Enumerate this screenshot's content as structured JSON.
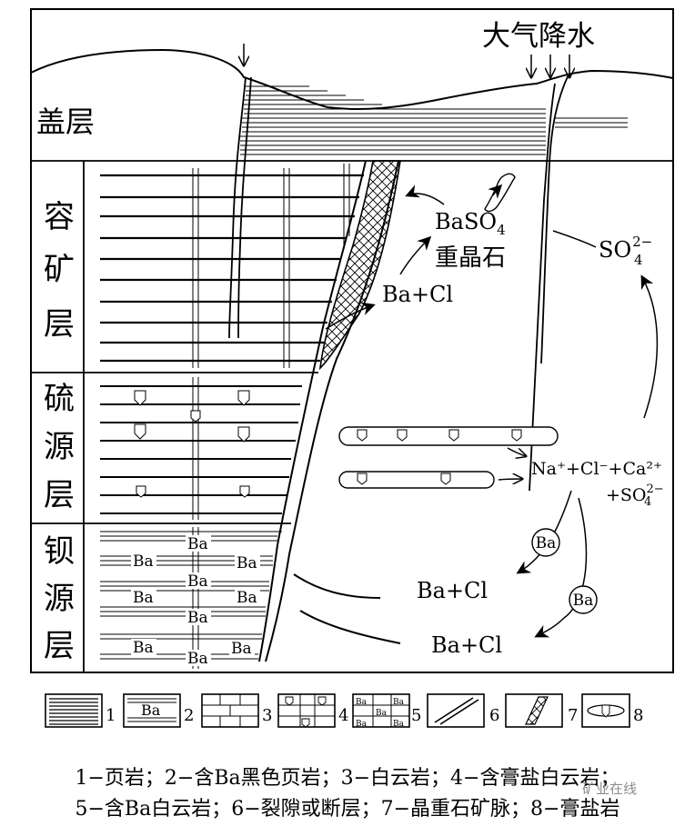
{
  "title": "大气降水",
  "layers": {
    "cap": "盖层",
    "host": [
      "容",
      "矿",
      "层"
    ],
    "sulfur": [
      "硫",
      "源",
      "层"
    ],
    "barium": [
      "钡",
      "源",
      "层"
    ]
  },
  "labels": {
    "baso4_a": "BaSO",
    "baso4_sub": "4",
    "barite": "重晶石",
    "ba_cl_1": "Ba+Cl",
    "ba_cl_2": "Ba+Cl",
    "ba_cl_3": "Ba+Cl",
    "so4": "SO",
    "so4_sub": "4",
    "so4_sup": "2−",
    "ions_line1": "Na⁺+Cl⁻+Ca²⁺",
    "ions_line2": "+SO",
    "ions_sub": "4",
    "ions_sup": "2−",
    "ba_circle": "Ba",
    "ba_in_rock": "Ba"
  },
  "legend": {
    "numbers": [
      "1",
      "2",
      "3",
      "4",
      "5",
      "6",
      "7",
      "8"
    ],
    "ba_box": "Ba"
  },
  "caption": {
    "line1": "1−页岩；2−含Ba黑色页岩；3−白云岩；4−含膏盐白云岩；",
    "line2": "5−含Ba白云岩；6−裂隙或断层；7−晶重石矿脉；8−膏盐岩"
  },
  "watermark": "矿业在线"
}
